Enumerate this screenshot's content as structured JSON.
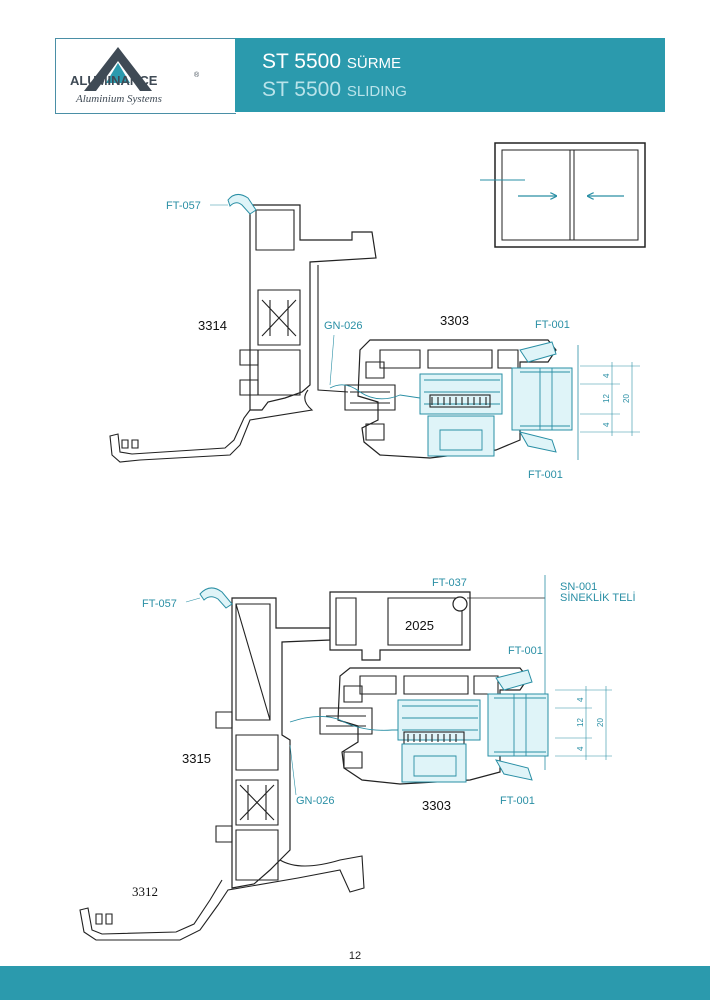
{
  "header": {
    "brand": "ALUMINANCE",
    "trademark": "®",
    "brand_sub": "Aluminium Systems",
    "title_main": "ST 5500",
    "title_suffix_1": "SÜRME",
    "title_suffix_2": "SLIDING"
  },
  "colors": {
    "accent": "#2b9aad",
    "label": "#2a8fa5",
    "line": "#222222",
    "logo_dark": "#3f4a55"
  },
  "icons": {
    "sliding_window": "sliding-window-icon",
    "logo": "aluminance-logo-icon"
  },
  "detail_top": {
    "labels": {
      "ft057": "FT-057",
      "p3314": "3314",
      "gn026": "GN-026",
      "p3303": "3303",
      "ft001_top": "FT-001",
      "ft001_bottom": "FT-001"
    },
    "dims": {
      "d1": "4",
      "d2": "12",
      "d3": "4",
      "total": "20"
    }
  },
  "detail_bottom": {
    "labels": {
      "ft057": "FT-057",
      "ft037": "FT-037",
      "sn001": "SN-001",
      "sn001_sub": "SİNEKLİK TELİ",
      "p2025": "2025",
      "ft001_top": "FT-001",
      "p3315": "3315",
      "gn026": "GN-026",
      "p3303": "3303",
      "ft001_bottom": "FT-001",
      "p3312": "3312"
    },
    "dims": {
      "d1": "4",
      "d2": "12",
      "d3": "4",
      "total": "20"
    }
  },
  "footer": {
    "page_number": "12"
  }
}
